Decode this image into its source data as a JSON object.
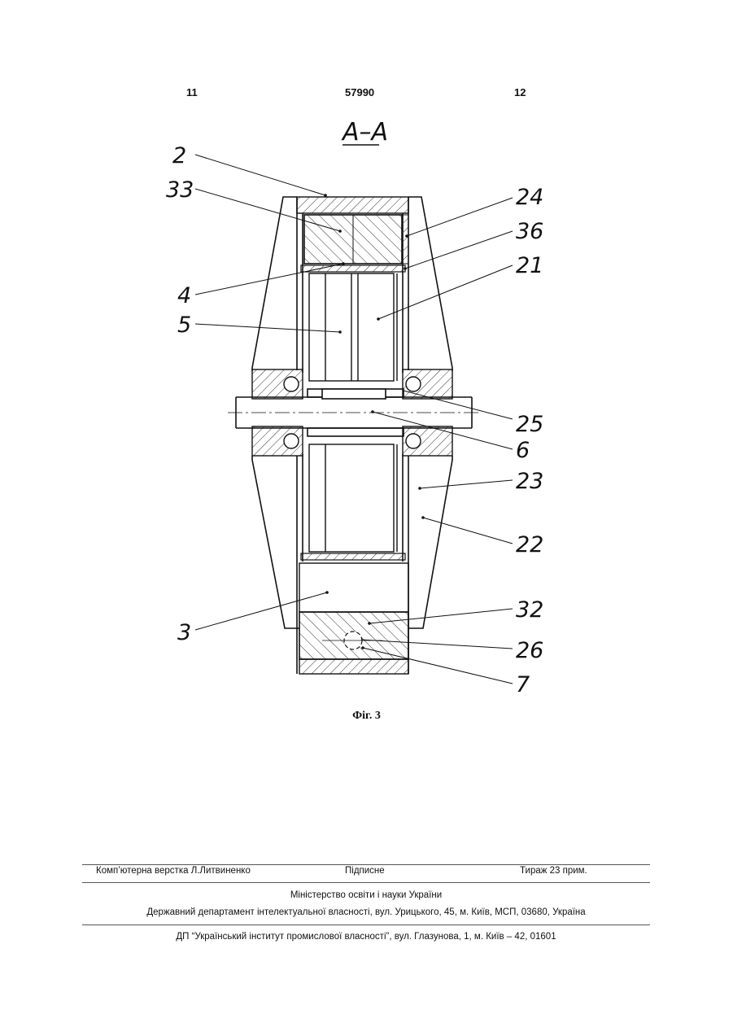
{
  "header": {
    "left_page": "11",
    "patent_number": "57990",
    "right_page": "12"
  },
  "figure": {
    "section_title": "A–A",
    "caption": "Фіг. 3",
    "labels": [
      {
        "id": "2",
        "text": "2"
      },
      {
        "id": "33",
        "text": "33"
      },
      {
        "id": "24",
        "text": "24"
      },
      {
        "id": "36",
        "text": "36"
      },
      {
        "id": "21",
        "text": "21"
      },
      {
        "id": "4",
        "text": "4"
      },
      {
        "id": "5",
        "text": "5"
      },
      {
        "id": "25",
        "text": "25"
      },
      {
        "id": "6",
        "text": "6"
      },
      {
        "id": "23",
        "text": "23"
      },
      {
        "id": "22",
        "text": "22"
      },
      {
        "id": "3",
        "text": "3"
      },
      {
        "id": "32",
        "text": "32"
      },
      {
        "id": "26",
        "text": "26"
      },
      {
        "id": "7",
        "text": "7"
      }
    ]
  },
  "footer": {
    "layout": "Комп’ютерна верстка Л.Литвиненко",
    "signed": "Підписне",
    "circulation": "Тираж 23 прим.",
    "ministry": "Міністерство освіти і науки України",
    "department": "Державний департамент інтелектуальної власності, вул. Урицького, 45, м. Київ, МСП, 03680, Україна",
    "institute": "ДП “Український інститут промислової власності”, вул. Глазунова, 1, м. Київ – 42, 01601"
  }
}
